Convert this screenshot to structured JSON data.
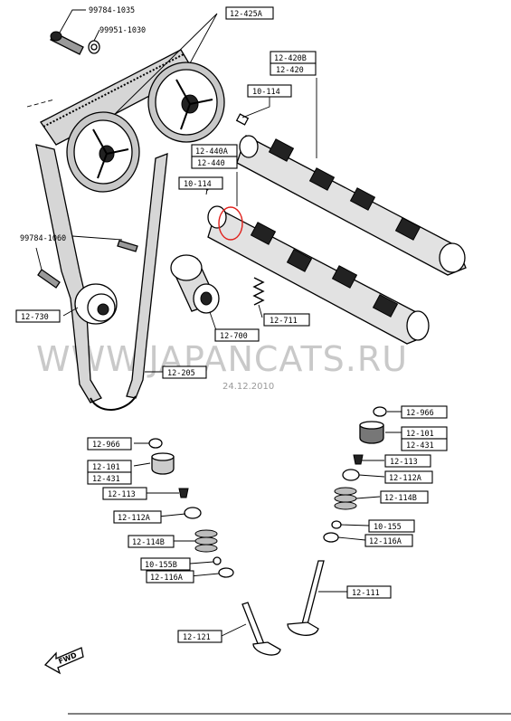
{
  "watermark": "WWW.JAPANCATS.RU",
  "date": "24.12.2010",
  "direction_label": "FWD",
  "callouts": {
    "c1": "99784-1035",
    "c2": "99951-1030",
    "c3": "12-425A",
    "c4": "12-420B",
    "c5": "12-420",
    "c6": "10-114",
    "c7": "12-440A",
    "c8": "12-440",
    "c9": "10-114",
    "c10": "99784-1060",
    "c11": "12-730",
    "c12": "12-711",
    "c13": "12-700",
    "c14": "12-205",
    "c15": "12-966",
    "c16": "12-101",
    "c17": "12-431",
    "c18": "12-113",
    "c19": "12-112A",
    "c20": "12-114B",
    "c21": "10-155",
    "c22": "12-116A",
    "c23": "12-966",
    "c24": "12-101",
    "c25": "12-431",
    "c26": "12-113",
    "c27": "12-112A",
    "c28": "12-114B",
    "c29": "10-155B",
    "c30": "12-116A",
    "c31": "12-111",
    "c32": "12-121"
  }
}
